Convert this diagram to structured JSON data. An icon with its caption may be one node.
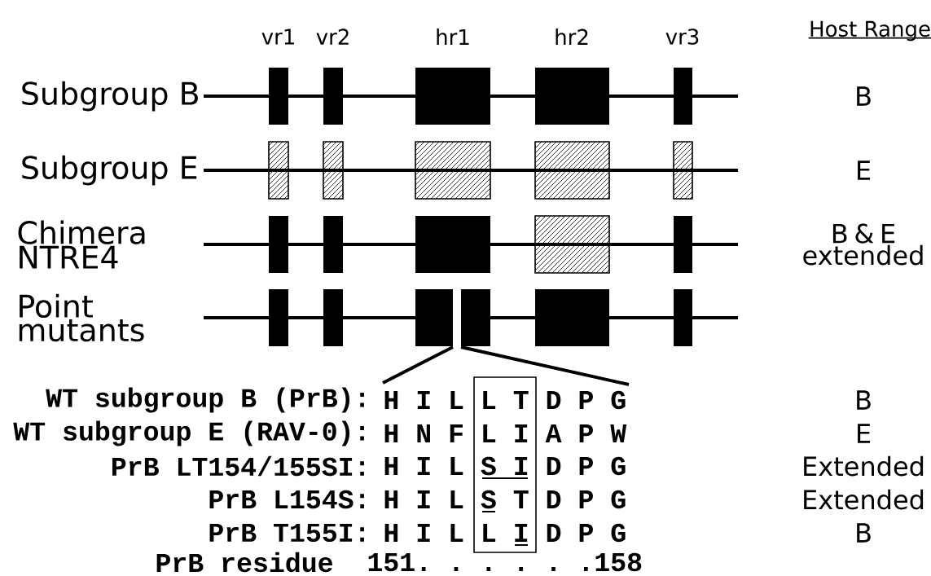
{
  "diagram": {
    "labels": [
      "vr1",
      "vr2",
      "hr1",
      "hr2",
      "vr3",
      "Host Range",
      "Subgroup B",
      "B",
      "Subgroup E",
      "E",
      "Chimera NTRE4",
      "B & E extended",
      "Point mutants",
      "WT subgroup B (PrB):",
      "H I L L T D P G",
      "B",
      "WT subgroup E (RAV-0):",
      "H N F L I A P W",
      "E",
      "PrB LT154/155SI:",
      "H I L S I D P G",
      "Extended",
      "PrB L154S:",
      "H I L S T D P G",
      "Extended",
      "PrB T155I:",
      "H I L L I D P G",
      "B",
      "PrB residue",
      "151. . . . . .158"
    ]
  }
}
